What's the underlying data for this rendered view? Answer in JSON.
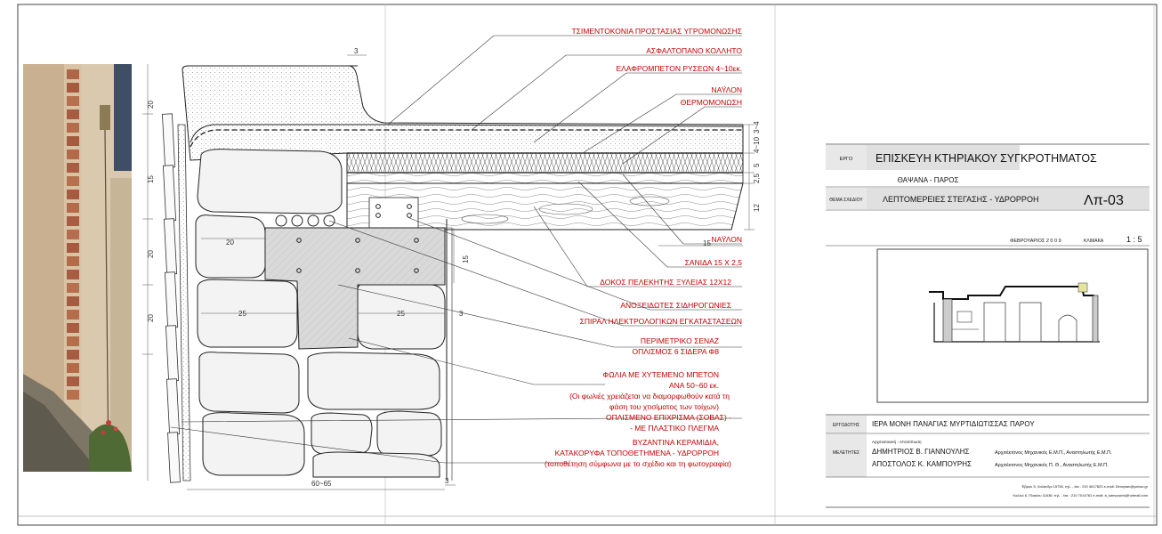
{
  "layers": {
    "cement_mortar": "ΤΣΙΜΕΝΤΟΚΟΝΙΑ ΠΡΟΣΤΑΣΙΑΣ ΥΓΡΟΜΟΝΩΣΗΣ",
    "asphalt_membrane": "ΑΣΦΑΛΤΟΠΑΝΟ ΚΟΛΛΗΤΟ",
    "lightweight_concrete": "ΕΛΑΦΡΟΜΠΕΤΟΝ ΡΥΣΕΩΝ  4~10εκ.",
    "nylon_top": "ΝΑΫΛΟΝ",
    "insulation": "ΘΕΡΜΟΜΟΝΩΣΗ",
    "nylon_bottom": "ΝΑΫΛΟΝ",
    "plank": "ΣΑΝΙΔΑ 15 Χ 2,5",
    "beam": "ΔΟΚΟΣ ΠΕΛΕΚΗΤΗΣ ΞΥΛΕΙΑΣ 12Χ12",
    "stainless_bars": "ΑΝΟΞΕΙΔΩΤΕΣ  ΣΙΔΗΡΟΓΩΝΙΕΣ",
    "electrical_spiral": "ΣΠΙΡΑΛ ΗΛΕΚΤΡΟΛΟΓΙΚΩΝ ΕΓΚΑΤΑΣΤΑΣΕΩΝ",
    "ring_beam_1": "ΠΕΡΙΜΕΤΡΙΚΟ ΣΕΝΑΖ",
    "ring_beam_2": "ΟΠΛΙΣΜΟΣ  6 ΣΙΔΕΡΑ  Φ8",
    "cavities_1": "ΦΩΛΙΑ  ΜΕ ΧΥΤΕΜΕΝΟ ΜΠΕΤΟΝ",
    "cavities_2": "ΑΝΑ 50~60 εκ.",
    "cavities_3": "(Οι φωλιές χρειάζεται να διαμορφωθούν κατά τη",
    "cavities_4": "φάση  του χτισίματος των τοίχων)",
    "plaster_1": "ΟΠΛΙΣΜΕΝΟ ΕΠΙΧΡΙΣΜΑ (ΣΟΒΑΣ) -",
    "plaster_2": "- ΜΕ ΠΛΑΣΤΙΚΟ ΠΛΕΓΜΑ",
    "tiles_1": "ΒΥΖΑΝΤΙΝΑ ΚΕΡΑΜΙΔΙΑ,",
    "tiles_2": "ΚΑΤΑΚΟΡΥΦΑ ΤΟΠΟΘΕΤΗΜΕΝΑ - ΥΔΡΟΡΡΟΗ",
    "tiles_3": "(τοποθέτηση σύμφωνα με το σχέδιο και τη φωτογραφία)"
  },
  "dimensions": {
    "left_20a": "20",
    "left_15": "15",
    "left_20b": "20",
    "left_20c": "20",
    "stone_20": "20",
    "stone_25a": "25",
    "stone_25b": "25",
    "mid_15": "15",
    "right_15": "15",
    "right_3": "3",
    "top_3": "3",
    "bottom_3": "3",
    "wall_width": "60~65",
    "vert_3_4": "3~4",
    "vert_4_10": "4~10",
    "vert_5": "5",
    "vert_2_5": "2,5",
    "vert_12": "12"
  },
  "title_block": {
    "project_label": "ΕΡΓΟ",
    "project_title": "ΕΠΙΣΚΕΥΗ ΚΤΗΡΙΑΚΟΥ ΣΥΓΚΡΟΤΗΜΑΤΟΣ",
    "location": "ΘΑΨΑΝΑ - ΠΑΡΟΣ",
    "subject_label": "ΘΕΜΑ ΣΧΕΔΙΟΥ",
    "subject": "ΛΕΠΤΟΜΕΡΕΙΕΣ ΣΤΕΓΑΣΗΣ - ΥΔΡΟΡΡΟΗ",
    "drawing_code": "Λπ-03",
    "date": "ΦΕΒΡΟΥΑΡΙΟΣ   2 0 0 9",
    "scale_label": "ΚΛΙΜΑΚΑ",
    "scale": "1 : 5",
    "owner_label": "ΕΡΓΟΔΟΤΗΣ",
    "owner": "ΙΕΡΑ ΜΟΝΗ ΠΑΝΑΓΙΑΣ ΜΥΡΤΙΔΙΩΤΙΣΣΑΣ ΠΑΡΟΥ",
    "designers_label": "ΜΕΛΕΤΗΤΕΣ",
    "designers_role": "Αρχιτεκτονική - Αποτύπωση",
    "designer1_name": "ΔΗΜΗΤΡΙΟΣ Β. ΓΙΑΝΝΟΥΛΗΣ",
    "designer1_title": "Αρχιτέκτονος Μηχανικός Ε.Μ.Π., Αναστηλωτής Ε.Μ.Π.",
    "designer2_name": "ΑΠΟΣΤΟΛΟΣ Κ. ΚΑΜΠΟΥΡΗΣ",
    "designer2_title": "Αρχιτέκτονος Μηχανικός Π. Θ., Αναστηλωτής Ε.Μ.Π.",
    "contact1": "Έβρου 5, Χαλάνδρι 15736, τηλ. - fax : 210 4617823  e-mail: Dimnyian@yahoo.gr",
    "contact2": "Καλλιό 6, Πλακίου 11636, τηλ. - fax : 210 7014781  e-mail: a_kampouris@hotmail.com"
  },
  "colors": {
    "label_red": "#c00000",
    "line": "#222222",
    "concrete": "#d9d9d9"
  }
}
